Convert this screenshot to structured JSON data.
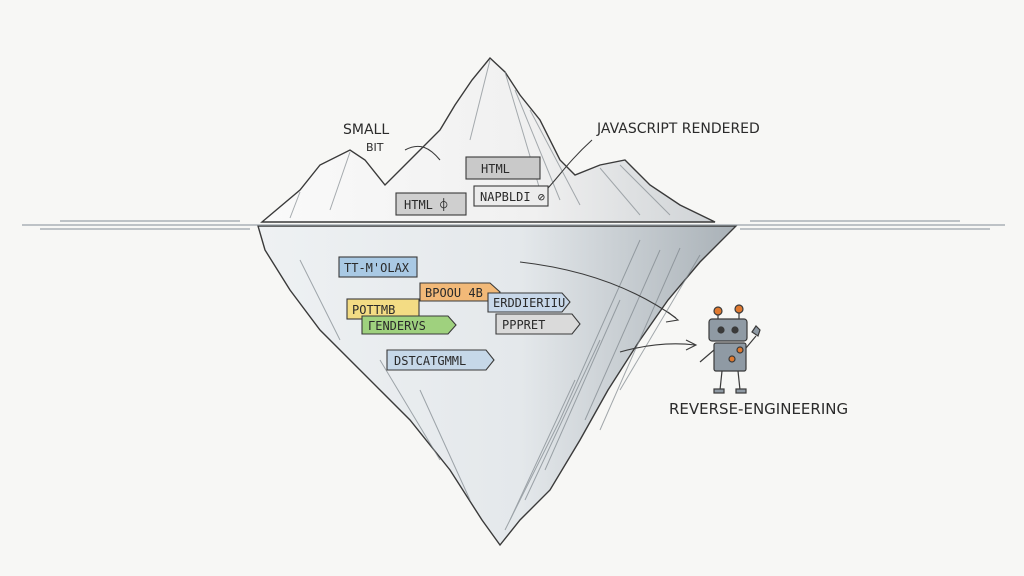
{
  "annotations": {
    "small": "SMALL",
    "bit": "BIT",
    "js_rendered": "JAVASCRIPT RENDERED",
    "reverse_engineering": "REVERSE-ENGINEERING"
  },
  "tags_above": [
    {
      "text": "HTML",
      "color": "#c9c9c9"
    },
    {
      "text": "HTML ⌽",
      "color": "#cfcfcf"
    },
    {
      "text": "NAPBLDI ⊘",
      "color": "#ececec"
    }
  ],
  "tags_below": [
    {
      "text": "TT-M'OLAX",
      "color": "#a9c9e4"
    },
    {
      "text": "BPOOU 4B",
      "color": "#f2b978"
    },
    {
      "text": "ERDDIERIIU",
      "color": "#c8d8ea"
    },
    {
      "text": "POTTMB",
      "color": "#f3dc84"
    },
    {
      "text": "ГENDERVS",
      "color": "#9fd17e"
    },
    {
      "text": "PPPRET",
      "color": "#dadada"
    },
    {
      "text": "DSTCATGMML",
      "color": "#c6d8e8"
    }
  ],
  "colors": {
    "ink": "#3a3a3a",
    "water": "#9aa3aa",
    "ice_shadow": "#8e969c",
    "robot_body": "#8f9aa4",
    "robot_accent": "#e0792f"
  }
}
